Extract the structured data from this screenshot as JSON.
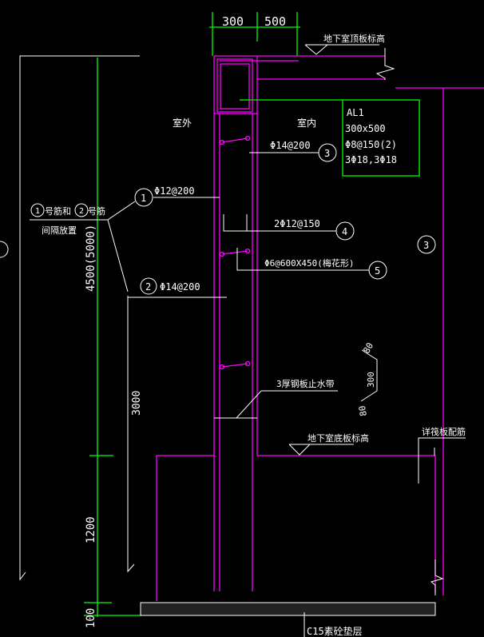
{
  "dimensions": {
    "top_left": "300",
    "top_right": "500",
    "height_upper": "4500(5000)",
    "height_mid": "3000",
    "height_lower": "1200",
    "height_base": "100",
    "waterstop_bend_mid": "300",
    "waterstop_bend_top": "80",
    "waterstop_bend_bottom": "80"
  },
  "labels": {
    "outside": "室外",
    "inside": "室内",
    "roof_slab_level": "地下室顶板标高",
    "floor_slab_level": "地下室底板标高",
    "bar_note_line1_a": "号筋和",
    "bar_note_line1_b": "号筋",
    "bar_note_line2": "间隔放置",
    "waterstop": "3厚钢板止水带",
    "slab_reinforcement": "详筏板配筋",
    "cushion": "C15素砼垫层"
  },
  "beam": {
    "name": "AL1",
    "size": "300x500",
    "stirrup": "Φ8@150(2)",
    "main_bars": "3Φ18,3Φ18"
  },
  "callouts": [
    {
      "num": "1",
      "text": "Φ12@200"
    },
    {
      "num": "2",
      "text": "Φ14@200"
    },
    {
      "num": "3",
      "text": "Φ14@200"
    },
    {
      "num": "4",
      "text": "2Φ12@150"
    },
    {
      "num": "5",
      "text": "Φ6@600X450(梅花形)"
    },
    {
      "num": "3",
      "text": ""
    }
  ],
  "colors": {
    "wall": "#ff00ff",
    "dimension": "#00ff00",
    "annotation": "#ffffff",
    "background": "#000000"
  }
}
